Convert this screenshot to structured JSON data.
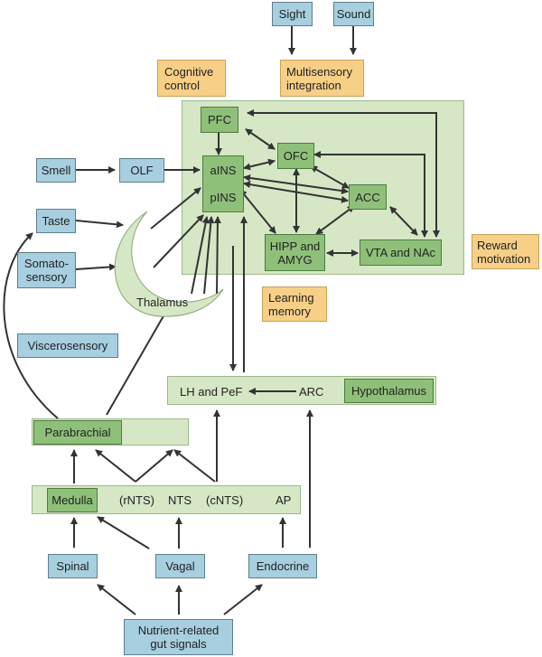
{
  "inputs": {
    "sight": "Sight",
    "sound": "Sound",
    "smell": "Smell",
    "taste": "Taste",
    "somatosensory_line1": "Somato-",
    "somatosensory_line2": "sensory",
    "viscerosensory": "Viscerosensory"
  },
  "functions": {
    "cognitive_line1": "Cognitive",
    "cognitive_line2": "control",
    "multisensory_line1": "Multisensory",
    "multisensory_line2": "integration",
    "reward_line1": "Reward",
    "reward_line2": "motivation",
    "learning_line1": "Learning",
    "learning_line2": "memory"
  },
  "regions": {
    "olf": "OLF",
    "pfc": "PFC",
    "ofc": "OFC",
    "ains": "aINS",
    "pins": "pINS",
    "acc": "ACC",
    "hipp_line1": "HIPP and",
    "hipp_line2": "AMYG",
    "vta": "VTA and NAc",
    "thalamus": "Thalamus"
  },
  "hypothalamus": {
    "lh": "LH and PeF",
    "arc": "ARC",
    "label": "Hypothalamus"
  },
  "brainstem": {
    "parabrachial": "Parabrachial",
    "medulla": "Medulla",
    "rnts": "(rNTS)",
    "nts": "NTS",
    "cnts": "(cNTS)",
    "ap": "AP"
  },
  "periphery": {
    "spinal": "Spinal",
    "vagal": "Vagal",
    "endocrine": "Endocrine",
    "gut_line1": "Nutrient-related",
    "gut_line2": "gut signals"
  },
  "colors": {
    "input_blue": "#a7cfe0",
    "function_orange": "#f7cf86",
    "region_green": "#8fc07a",
    "panel_green": "#d6e7c5",
    "arrow": "#333333"
  }
}
